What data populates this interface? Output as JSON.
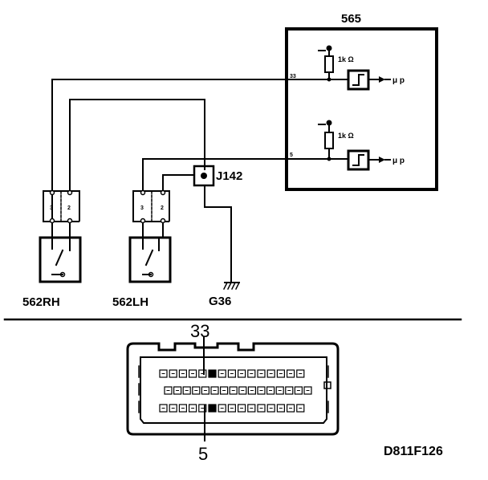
{
  "diagram": {
    "ecu_label": "565",
    "pin_33_label": "33",
    "pin_5_label": "5",
    "resistor_label_top": "1k Ω",
    "resistor_label_bottom": "1k Ω",
    "output_label_top": "μ p",
    "output_label_bottom": "μ p",
    "junction_label": "J142",
    "ground_label": "G36",
    "switch_rh_label": "562RH",
    "switch_lh_label": "562LH",
    "connector_rh_pins": [
      "3",
      "2"
    ],
    "connector_lh_pins": [
      "3",
      "2"
    ],
    "connector_callout_top": "33",
    "connector_callout_bottom": "5",
    "figure_code": "D811F126"
  },
  "colors": {
    "ink": "#000000",
    "background": "#ffffff"
  }
}
